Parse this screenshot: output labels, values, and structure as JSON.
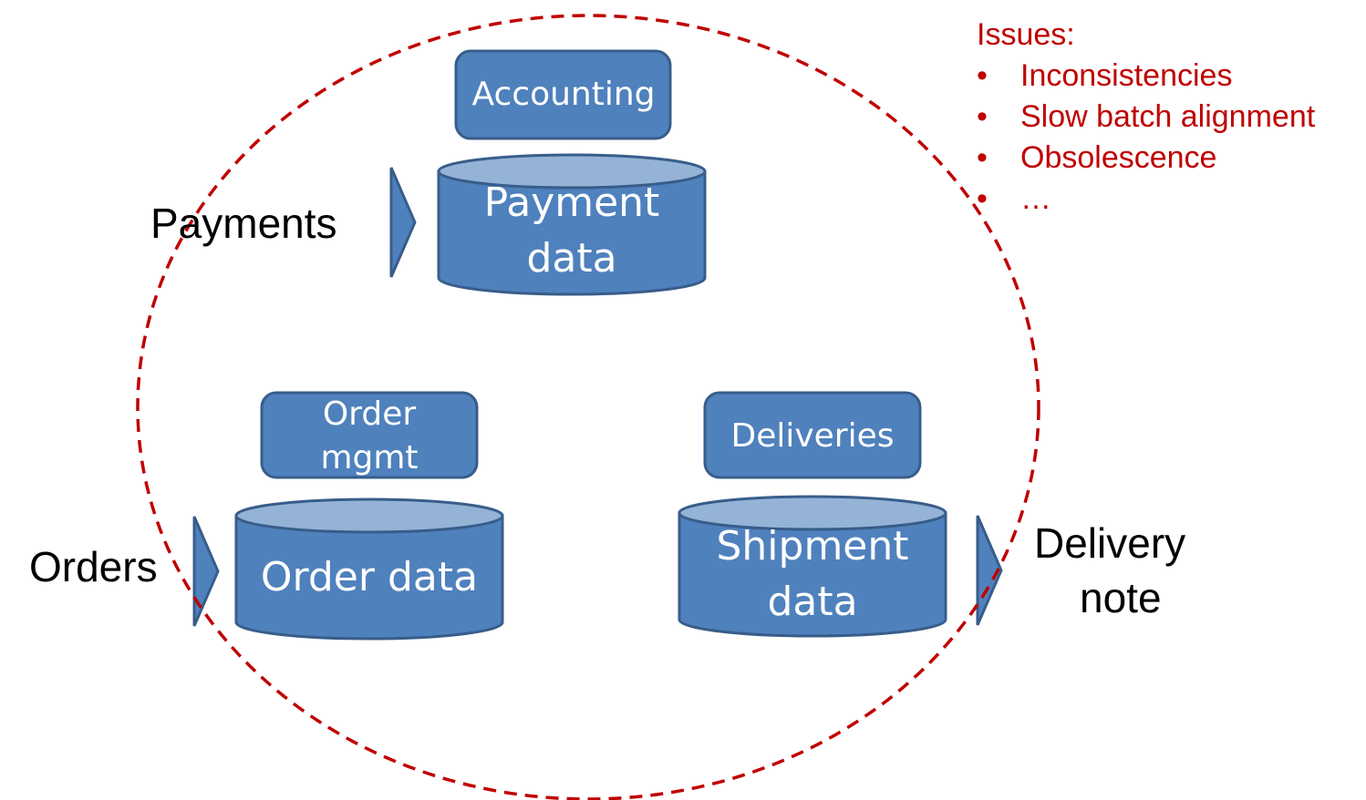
{
  "colors": {
    "box_fill": "#4f81bd",
    "box_stroke": "#385d8a",
    "cylinder_top": "#95b3d7",
    "boundary": "#c00000",
    "issues_text": "#c00000",
    "label_text": "#000000"
  },
  "systems": {
    "accounting": {
      "app_label": "Accounting",
      "store_line1": "Payment",
      "store_line2": "data",
      "input_label": "Payments"
    },
    "order": {
      "app_line1": "Order",
      "app_line2": "mgmt",
      "store_label": "Order data",
      "input_label": "Orders"
    },
    "delivery": {
      "app_label": "Deliveries",
      "store_line1": "Shipment",
      "store_line2": "data",
      "output_line1": "Delivery",
      "output_line2": "note"
    }
  },
  "issues": {
    "title": "Issues:",
    "bullet": "•",
    "items": [
      "Inconsistencies",
      "Slow batch alignment",
      "Obsolescence",
      "…"
    ]
  }
}
